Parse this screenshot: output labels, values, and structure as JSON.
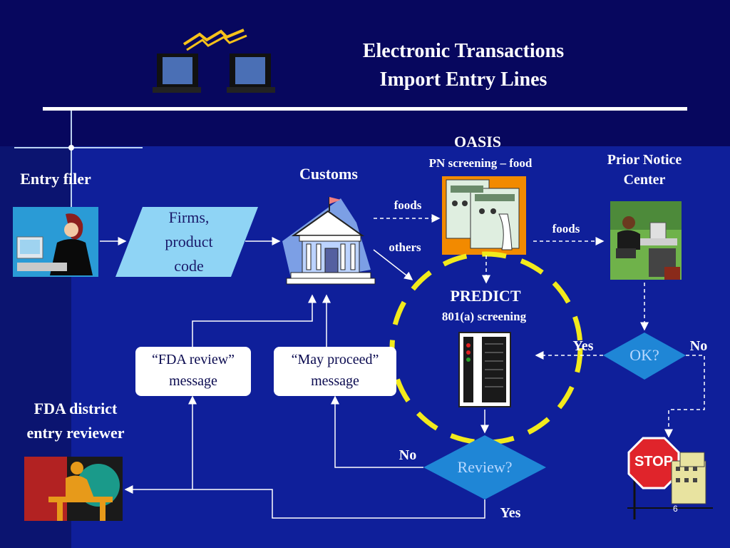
{
  "slide": {
    "title_line1": "Electronic Transactions",
    "title_line2": "Import Entry Lines",
    "page_number": "6"
  },
  "actors": {
    "entry_filer": "Entry filer",
    "customs": "Customs",
    "oasis_title": "OASIS",
    "oasis_subtitle": "PN screening – food",
    "prior_notice_line1": "Prior Notice",
    "prior_notice_line2": "Center",
    "predict_title": "PREDICT",
    "predict_subtitle": "801(a) screening",
    "fda_reviewer_line1": "FDA district",
    "fda_reviewer_line2": "entry reviewer"
  },
  "shapes": {
    "firms_line1": "Firms,",
    "firms_line2": "product",
    "firms_line3": "code",
    "ok_decision": "OK?",
    "review_decision": "Review?",
    "fda_review_msg_line1": "“FDA review”",
    "fda_review_msg_line2": "message",
    "may_proceed_msg_line1": "“May proceed”",
    "may_proceed_msg_line2": "message",
    "stop_sign": "STOP"
  },
  "edge_labels": {
    "foods_to_oasis": "foods",
    "others_to_predict": "others",
    "foods_to_pn": "foods",
    "ok_yes": "Yes",
    "ok_no": "No",
    "review_no": "No",
    "review_yes": "Yes"
  },
  "colors": {
    "background": "#0f1f9a",
    "predict_circle": "#f2ea1c",
    "parallelogram": "#8fd4f5",
    "diamond": "#1f86d6"
  }
}
